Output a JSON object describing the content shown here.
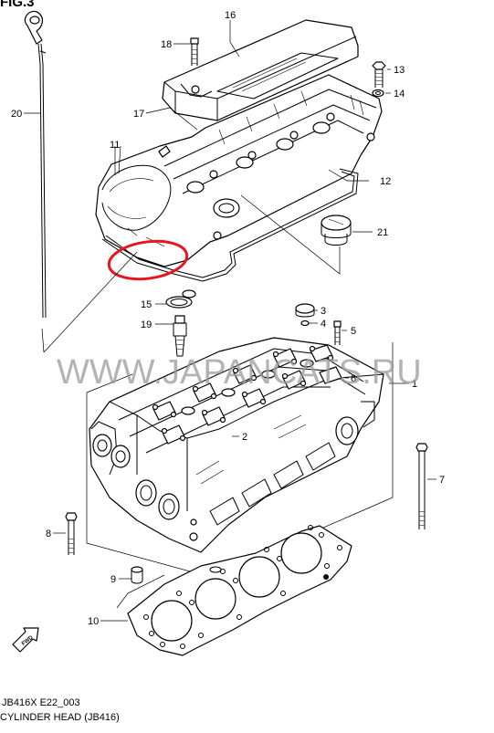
{
  "figure": {
    "title_partial": "FIG.3",
    "code": "JB416X E22_003",
    "caption": "CYLINDER HEAD (JB416)",
    "watermark": "WWW.JAPANCATS.RU",
    "fwd_label": "FWD",
    "highlight_color": "#e8161c",
    "callouts": [
      "1",
      "2",
      "3",
      "4",
      "5",
      "6",
      "7",
      "8",
      "9",
      "10",
      "11",
      "12",
      "13",
      "14",
      "15",
      "16",
      "17",
      "18",
      "19",
      "20",
      "21"
    ]
  }
}
